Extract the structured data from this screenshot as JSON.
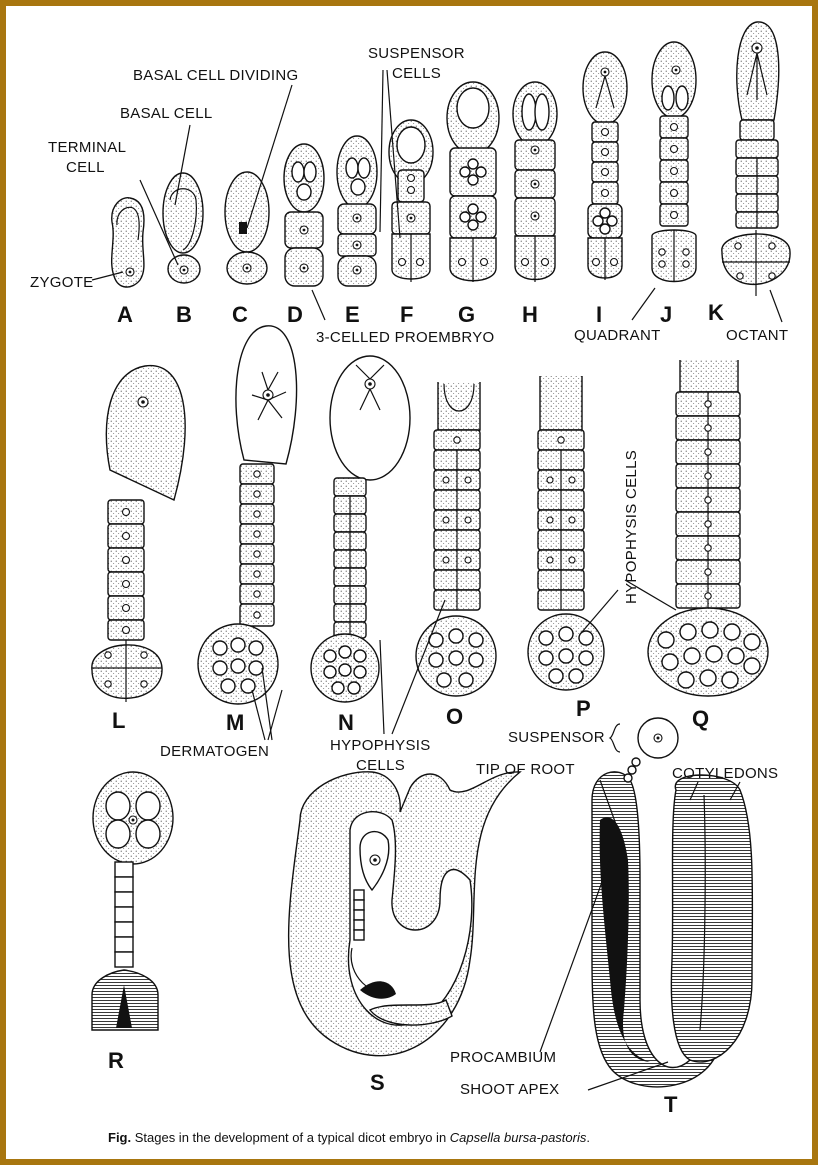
{
  "stages": [
    "A",
    "B",
    "C",
    "D",
    "E",
    "F",
    "G",
    "H",
    "I",
    "J",
    "K",
    "L",
    "M",
    "N",
    "O",
    "P",
    "Q",
    "R",
    "S",
    "T"
  ],
  "labels": {
    "zygote": "ZYGOTE",
    "terminal_cell_1": "TERMINAL",
    "terminal_cell_2": "CELL",
    "basal_cell": "BASAL  CELL",
    "basal_cell_dividing": "BASAL  CELL DIVIDING",
    "suspensor_cells_1": "SUSPENSOR",
    "suspensor_cells_2": "CELLS",
    "three_celled_proembryo": "3-CELLED PROEMBRYO",
    "quadrant": "QUADRANT",
    "octant": "OCTANT",
    "hypophysis_cells_vertical": "HYPOPHYSIS CELLS",
    "dermatogen": "DERMATOGEN",
    "hypophysis_cells_1": "HYPOPHYSIS",
    "hypophysis_cells_2": "CELLS",
    "suspensor": "SUSPENSOR",
    "tip_of_root": "TIP  OF  ROOT",
    "cotyledons": "COTYLEDONS",
    "procambium": "PROCAMBIUM",
    "shoot_apex": "SHOOT APEX"
  },
  "caption": {
    "prefix": "Fig.",
    "text": " Stages in the development of a typical dicot embryo in ",
    "species": "Capsella bursa-pastoris",
    "suffix": "."
  },
  "colors": {
    "frame": "#a8760f",
    "ink": "#111111"
  }
}
